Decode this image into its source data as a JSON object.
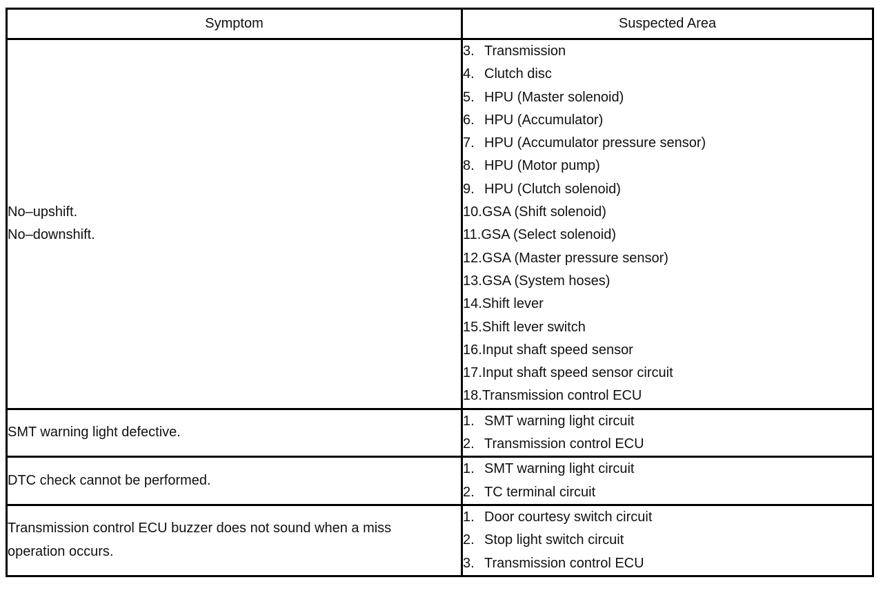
{
  "headers": {
    "symptom": "Symptom",
    "suspected_area": "Suspected Area"
  },
  "rows": [
    {
      "symptom": [
        "No–upshift.",
        "No–downshift."
      ],
      "areas": [
        {
          "num": "3.",
          "text": "Transmission"
        },
        {
          "num": "4.",
          "text": "Clutch disc"
        },
        {
          "num": "5.",
          "text": "HPU (Master solenoid)"
        },
        {
          "num": "6.",
          "text": "HPU (Accumulator)"
        },
        {
          "num": "7.",
          "text": "HPU (Accumulator pressure sensor)"
        },
        {
          "num": "8.",
          "text": "HPU (Motor pump)"
        },
        {
          "num": "9.",
          "text": "HPU (Clutch solenoid)"
        },
        {
          "num": "10.",
          "text": "GSA (Shift solenoid)"
        },
        {
          "num": "11.",
          "text": "GSA (Select solenoid)"
        },
        {
          "num": "12.",
          "text": "GSA (Master pressure sensor)"
        },
        {
          "num": "13.",
          "text": "GSA (System hoses)"
        },
        {
          "num": "14.",
          "text": "Shift lever"
        },
        {
          "num": "15.",
          "text": "Shift lever switch"
        },
        {
          "num": "16.",
          "text": "Input shaft speed sensor"
        },
        {
          "num": "17.",
          "text": "Input shaft speed sensor circuit"
        },
        {
          "num": "18.",
          "text": "Transmission control ECU"
        }
      ]
    },
    {
      "symptom": [
        "SMT warning light defective."
      ],
      "areas": [
        {
          "num": "1.",
          "text": "SMT warning light circuit"
        },
        {
          "num": "2.",
          "text": "Transmission control ECU"
        }
      ]
    },
    {
      "symptom": [
        "DTC check cannot be performed."
      ],
      "areas": [
        {
          "num": "1.",
          "text": "SMT warning light circuit"
        },
        {
          "num": "2.",
          "text": "TC terminal circuit"
        }
      ]
    },
    {
      "symptom": [
        "Transmission control ECU buzzer does not sound when a miss",
        "operation occurs."
      ],
      "areas": [
        {
          "num": "1.",
          "text": "Door courtesy switch circuit"
        },
        {
          "num": "2.",
          "text": "Stop light switch circuit"
        },
        {
          "num": "3.",
          "text": "Transmission control ECU"
        }
      ]
    }
  ]
}
